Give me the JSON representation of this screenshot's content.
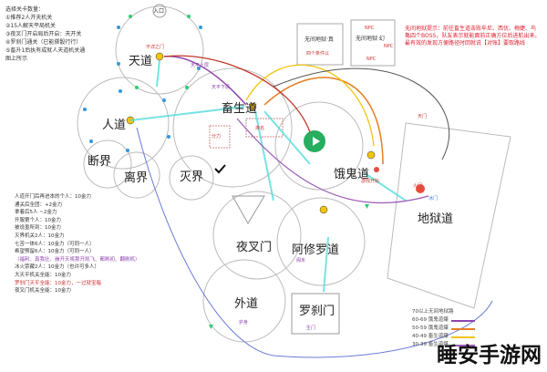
{
  "notes_left": [
    "选择关卡数量：",
    "①推荐2人开天机关",
    "②15人解天平局机关",
    "③夜叉门开启局后开启：天开关",
    "④罗刹门通关（已能掷骰行行）",
    "⑤畜升1后执有成就人天道机关通",
    "图上所示"
  ],
  "notes_right": [
    "无间地狱提示：前往畜生道击败牟尼、西优、梅婕、鸟",
    "亀四个BOSS，队友表示就能面前正确方位后进航出来。",
    "",
    "最有效的发现方便路径时回就说【对账】要取路线"
  ],
  "gates": {
    "entrance": "入口",
    "wujian_region": "无间地狱·真",
    "wujian_extra": "四个条件以",
    "wujian_gate": "无间地狱·幻",
    "npc": "NPC"
  },
  "realms": {
    "tian": "天道",
    "ren": "人道",
    "chusheng": "畜生道",
    "egui": "饿鬼道",
    "diyu": "地狱道",
    "duanjie": "断界",
    "lijie": "离界",
    "miejie": "灭界",
    "yecha": "夜叉门",
    "axiuluo": "阿修罗道",
    "waidao": "外道",
    "luocha": "罗刹门"
  },
  "small_labels": {
    "tianping": "天平上层",
    "tianping_lower": "天平下层",
    "buxiang_top": "不详之门",
    "fenli": "分力",
    "paiming": "排名",
    "youxi": "游戏开始",
    "bingmen": "冰门",
    "huomen": "火门",
    "tianmen": "天门",
    "gehe": "阁禾",
    "hushen": "护身",
    "shengmen": "生门"
  },
  "notes_bottom_left": [
    "人道开门后再进本的个人：10金力",
    "通关后全团：+2金力",
    "拿着后5人  ~2金力",
    "开服第个人：10金力",
    "被说墨所到：10金力",
    "",
    "灭界机关2人：10金力",
    "七苦一体6人：10金力（可同一人）",
    "希望预留6人：10金力（可同一人）",
    "（福利、真我壮、崩开天将那开凯飞、都刷初、翻刷机）",
    "冰火荥藏2人：10金力（也许可多人）",
    "大天平机关全能：10金力",
    "罗刹门天平全能：10金力，一过就宝箱",
    "夜叉门机关全能：10金力"
  ],
  "legend": {
    "title": "70以上无间地狱路",
    "rows": [
      {
        "label": "60-69 饿鬼道爆",
        "color": "#8e44ad"
      },
      {
        "label": "50-59 饿鬼道爆",
        "color": "#e67e22"
      },
      {
        "label": "40-49 畜生道爆",
        "color": "#f1c40f"
      },
      {
        "label": "30-39 畜生道爆",
        "color": "#9b59b6"
      }
    ]
  },
  "watermark": "睡安手游网"
}
